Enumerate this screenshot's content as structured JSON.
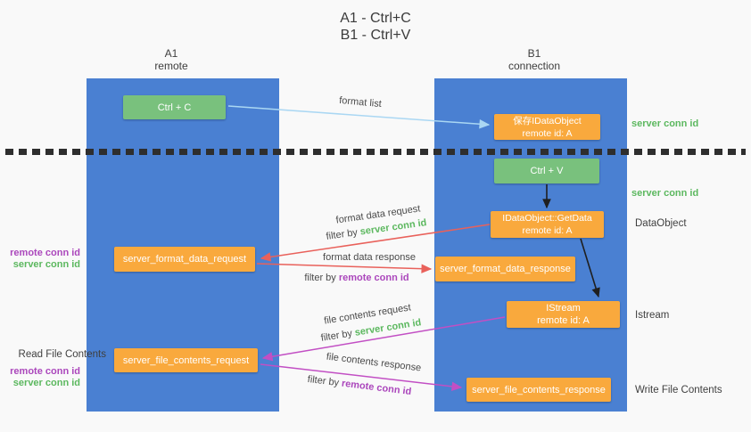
{
  "title": {
    "line1": "A1 - Ctrl+C",
    "line2": "B1 - Ctrl+V"
  },
  "columns": {
    "a1": {
      "name": "A1",
      "subtitle": "remote"
    },
    "b1": {
      "name": "B1",
      "subtitle": "connection"
    }
  },
  "nodes": {
    "ctrl_c": "Ctrl + C",
    "ctrl_v": "Ctrl + V",
    "save_dataobject": {
      "line1": "保存IDataObject",
      "line2": "remote id: A"
    },
    "getdata": {
      "line1": "IDataObject::GetData",
      "line2": "remote id: A"
    },
    "istream": {
      "line1": "IStream",
      "line2": "remote id: A"
    },
    "format_request": "server_format_data_request",
    "format_response": "server_format_data_response",
    "file_request": "server_file_contents_request",
    "file_response": "server_file_contents_response"
  },
  "flows": {
    "format_list": {
      "label": "format list"
    },
    "format_data_request": {
      "label": "format data request",
      "filter_prefix": "filter by",
      "filter_key": "server conn id"
    },
    "format_data_response": {
      "label": "format data response",
      "filter_prefix": "filter by",
      "filter_key": "remote conn id"
    },
    "file_contents_request": {
      "label": "file contents request",
      "filter_prefix": "filter by",
      "filter_key": "server conn id"
    },
    "file_contents_response": {
      "label": "file contents response",
      "filter_prefix": "filter by",
      "filter_key": "remote conn id"
    }
  },
  "annotations": {
    "right": {
      "server_conn_id_top": "server conn id",
      "server_conn_id_mid": "server conn id",
      "dataobject": "DataObject",
      "istream": "Istream",
      "write_file_contents": "Write File Contents"
    },
    "left": {
      "remote_conn_id_1": "remote conn id",
      "server_conn_id_1": "server conn id",
      "read_file_contents": "Read File Contents",
      "remote_conn_id_2": "remote conn id",
      "server_conn_id_2": "server conn id"
    }
  },
  "colors": {
    "background": "#f9f9f9",
    "column_blue": "#4a80d2",
    "box_green": "#79c17d",
    "box_orange": "#f9a93d",
    "arrow_light_blue": "#aad7f3",
    "arrow_red": "#e9615b",
    "arrow_magenta": "#c24fc4",
    "arrow_black": "#1f1f1f",
    "text_green": "#5cb85f",
    "text_purple": "#ab47bc",
    "text_dark": "#3f3f3f"
  }
}
